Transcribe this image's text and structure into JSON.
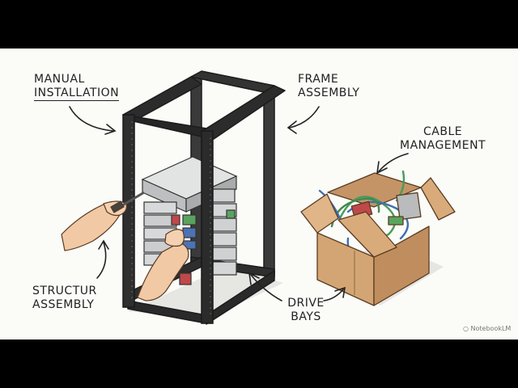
{
  "labels": {
    "manual_line1": "MANUAL",
    "manual_line2": "INSTALLATION",
    "frame_line1": "FRAME",
    "frame_line2": "ASSEMBLY",
    "cable_line1": "CABLE",
    "cable_line2": "MANAGEMENT",
    "structur_line1": "STRUCTUR",
    "structur_line2": "ASSEMBLY",
    "drive_line1": "DRIVE",
    "drive_line2": "BAYS"
  },
  "watermark": "NotebookLM",
  "colors": {
    "background": "#fbfbf8",
    "frame": "#2a2a2a",
    "server": "#c9cbcc",
    "box": "#cfa172",
    "skin": "#f1c9a4",
    "cable_green": "#4a9a5a",
    "cable_blue": "#3f6fb0",
    "drive_red": "#c0484a",
    "drive_green": "#5aa35f",
    "drive_blue": "#4b73b5"
  }
}
